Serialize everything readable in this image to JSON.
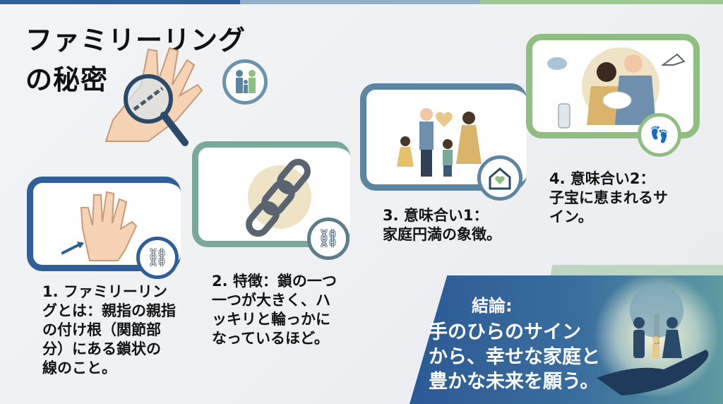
{
  "title": {
    "line1": "ファミリーリング",
    "line2": "の秘密"
  },
  "colors": {
    "blue": "#2f5f98",
    "teal": "#7aa89a",
    "slate": "#5b86a3",
    "green": "#8fbf80"
  },
  "steps": [
    {
      "lines": [
        "1. ファミリーリン",
        "グとは：親指の親指",
        "の付け根（関節部",
        "分）にある鎖状の",
        "線のこと。"
      ],
      "icon": "chain-link-icon"
    },
    {
      "lines": [
        "2. 特徴：鎖の一つ",
        "一つが大きく、ハ",
        "ッキリと輪っかに",
        "なっているほど。"
      ],
      "icon": "chain-link-icon"
    },
    {
      "lines": [
        "3. 意味合い1：",
        "家庭円満の象徴。"
      ],
      "icon": "house-heart-icon"
    },
    {
      "lines": [
        "4. 意味合い2：",
        "子宝に恵まれるサ",
        "イン。"
      ],
      "icon": "baby-footprints-icon"
    }
  ],
  "conclusion": {
    "heading": "結論:",
    "lines": [
      "手のひらのサイン",
      "から、幸せな家庭と",
      "豊かな未来を願う。"
    ]
  }
}
